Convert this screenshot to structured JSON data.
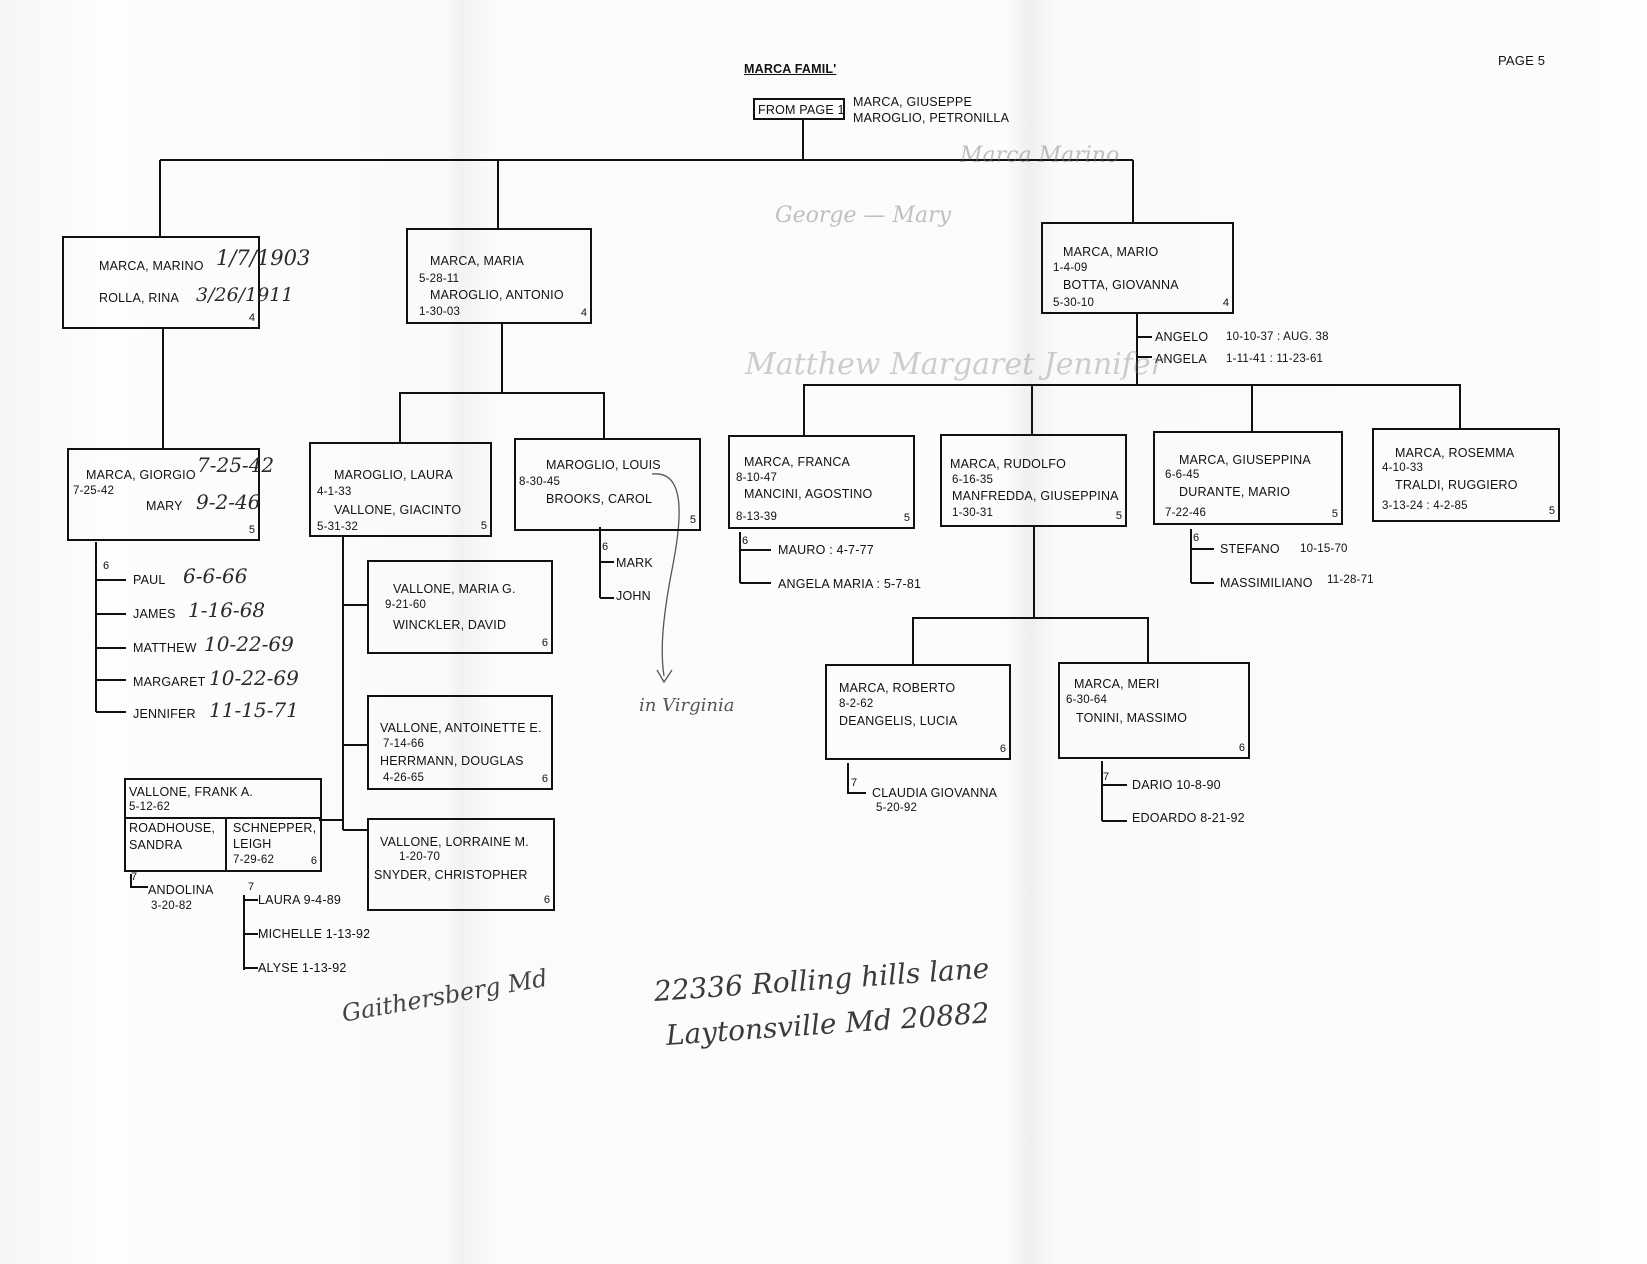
{
  "header": {
    "title": "MARCA FAMIL'",
    "page": "PAGE 5"
  },
  "root": {
    "from": "FROM PAGE 1",
    "name1": "MARCA, GIUSEPPE",
    "name2": "MAROGLIO, PETRONILLA"
  },
  "marino": {
    "name1": "MARCA, MARINO",
    "name2": "ROLLA, RINA",
    "gen": "4",
    "hw_date1": "1/7/1903",
    "hw_date2": "3/26/1911"
  },
  "maria": {
    "name1": "MARCA, MARIA",
    "date1": "5-28-11",
    "name2": "MAROGLIO, ANTONIO",
    "date2": "1-30-03",
    "gen": "4"
  },
  "mario": {
    "name1": "MARCA, MARIO",
    "date1": "1-4-09",
    "name2": "BOTTA, GIOVANNA",
    "date2": "5-30-10",
    "gen": "4",
    "angelo": "ANGELO",
    "angelo_dates": "10-10-37 : AUG. 38",
    "angela": "ANGELA",
    "angela_dates": "1-11-41 : 11-23-61"
  },
  "giorgio": {
    "name1": "MARCA, GIORGIO",
    "hw_date1": "7-25-42",
    "date1": "7-25-42",
    "name2": "MARY",
    "hw_date2": "9-2-46",
    "gen": "5"
  },
  "giorgio_children": {
    "gen": "6",
    "items": [
      {
        "name": "PAUL",
        "hw": "6-6-66"
      },
      {
        "name": "JAMES",
        "hw": "1-16-68"
      },
      {
        "name": "MATTHEW",
        "hw": "10-22-69"
      },
      {
        "name": "MARGARET",
        "hw": "10-22-69"
      },
      {
        "name": "JENNIFER",
        "hw": "11-15-71"
      }
    ]
  },
  "laura": {
    "name1": "MAROGLIO, LAURA",
    "date1": "4-1-33",
    "name2": "VALLONE, GIACINTO",
    "date2": "5-31-32",
    "gen": "5"
  },
  "louis": {
    "name1": "MAROGLIO, LOUIS",
    "date1": "8-30-45",
    "name2": "BROOKS, CAROL",
    "gen": "5",
    "children_gen": "6",
    "child1": "MARK",
    "child2": "JOHN",
    "hw_note": "in Virginia"
  },
  "franca": {
    "name1": "MARCA, FRANCA",
    "date1": "8-10-47",
    "name2": "MANCINI, AGOSTINO",
    "date2": "8-13-39",
    "gen": "5",
    "children_gen": "6",
    "child1": "MAURO : 4-7-77",
    "child2": "ANGELA MARIA : 5-7-81"
  },
  "rudolfo": {
    "name1": "MARCA, RUDOLFO",
    "date1": "6-16-35",
    "name2": "MANFREDDA, GIUSEPPINA",
    "date2": "1-30-31",
    "gen": "5"
  },
  "giuseppina": {
    "name1": "MARCA, GIUSEPPINA",
    "date1": "6-6-45",
    "name2": "DURANTE, MARIO",
    "date2": "7-22-46",
    "gen": "5",
    "children_gen": "6",
    "child1": "STEFANO",
    "child1_date": "10-15-70",
    "child2": "MASSIMILIANO",
    "child2_date": "11-28-71"
  },
  "rosemma": {
    "name1": "MARCA, ROSEMMA",
    "date1": "4-10-33",
    "name2": "TRALDI, RUGGIERO",
    "date2": "3-13-24 : 4-2-85",
    "gen": "5"
  },
  "mariag": {
    "name1": "VALLONE, MARIA G.",
    "date1": "9-21-60",
    "name2": "WINCKLER, DAVID",
    "gen": "6"
  },
  "antoinette": {
    "name1": "VALLONE, ANTOINETTE E.",
    "date1": "7-14-66",
    "name2": "HERRMANN, DOUGLAS",
    "date2": "4-26-65",
    "gen": "6"
  },
  "lorraine": {
    "name1": "VALLONE, LORRAINE M.",
    "date1": "1-20-70",
    "name2": "SNYDER, CHRISTOPHER",
    "gen": "6"
  },
  "frank": {
    "name1": "VALLONE, FRANK A.",
    "date1": "5-12-62",
    "sp1a": "ROADHOUSE,",
    "sp1b": "SANDRA",
    "sp2a": "SCHNEPPER,",
    "sp2b": "LEIGH",
    "sp2_date": "7-29-62",
    "gen": "6",
    "child_gen_a": "7",
    "child_a": "ANDOLINA",
    "child_a_date": "3-20-82",
    "child_gen_b": "7",
    "child_b1": "LAURA 9-4-89",
    "child_b2": "MICHELLE 1-13-92",
    "child_b3": "ALYSE 1-13-92"
  },
  "roberto": {
    "name1": "MARCA, ROBERTO",
    "date1": "8-2-62",
    "name2": "DEANGELIS, LUCIA",
    "gen": "6",
    "children_gen": "7",
    "child1": "CLAUDIA GIOVANNA",
    "child1_date": "5-20-92"
  },
  "meri": {
    "name1": "MARCA, MERI",
    "date1": "6-30-64",
    "name2": "TONINI, MASSIMO",
    "gen": "6",
    "children_gen": "7",
    "child1": "DARIO 10-8-90",
    "child2": "EDOARDO 8-21-92"
  },
  "handwriting": {
    "gaithersburg": "Gaithersberg Md",
    "addr1": "22336 Rolling hills lane",
    "addr2": "Laytonsville  Md 20882",
    "faint1": "Marca Marino",
    "faint2": "George — Mary",
    "faint3": "Matthew  Margaret  Jennifer"
  }
}
